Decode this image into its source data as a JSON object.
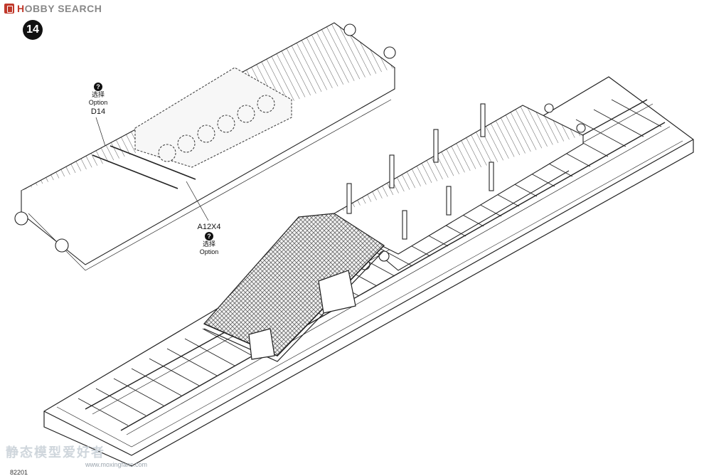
{
  "header": {
    "logo_red": "H",
    "logo_rest": "OBBY SEARCH"
  },
  "step": {
    "number": "14"
  },
  "callouts": {
    "top": {
      "icon": "?",
      "zh": "选择",
      "en": "Option",
      "part": "D14"
    },
    "bottom": {
      "part": "A12X4",
      "icon": "?",
      "zh": "选择",
      "en": "Option"
    }
  },
  "footer": {
    "watermark": "静态模型爱好者",
    "url": "www.moxingfans.com",
    "code": "82201"
  },
  "colors": {
    "line": "#222222",
    "paper": "#ffffff",
    "mesh": "#555555",
    "accent": "#c0392b"
  }
}
